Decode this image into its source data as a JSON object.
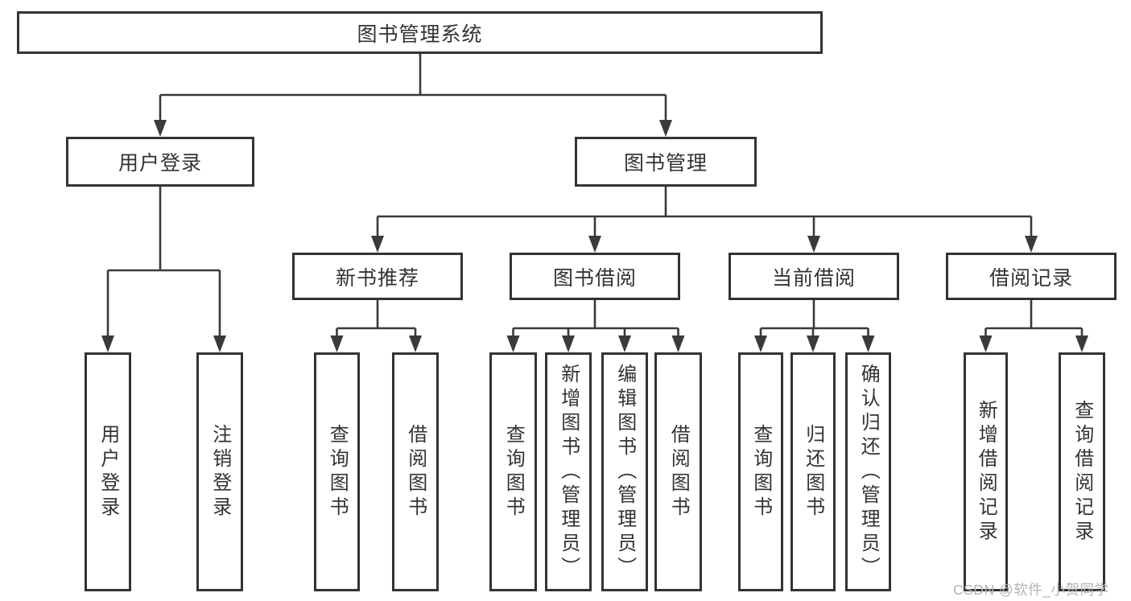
{
  "diagram": {
    "title": "图书管理系统",
    "type": "hierarchy-tree"
  },
  "tree": {
    "label": "图书管理系统",
    "children": [
      {
        "label": "用户登录",
        "children": [
          {
            "label": "用户登录"
          },
          {
            "label": "注销登录"
          }
        ]
      },
      {
        "label": "图书管理",
        "children": [
          {
            "label": "新书推荐",
            "children": [
              {
                "label": "查询图书"
              },
              {
                "label": "借阅图书"
              }
            ]
          },
          {
            "label": "图书借阅",
            "children": [
              {
                "label": "查询图书"
              },
              {
                "label": "新增图书（管理员）"
              },
              {
                "label": "编辑图书（管理员）"
              },
              {
                "label": "借阅图书"
              }
            ]
          },
          {
            "label": "当前借阅",
            "children": [
              {
                "label": "查询图书"
              },
              {
                "label": "归还图书"
              },
              {
                "label": "确认归还（管理员）"
              }
            ]
          },
          {
            "label": "借阅记录",
            "children": [
              {
                "label": "新增借阅记录"
              },
              {
                "label": "查询借阅记录"
              }
            ]
          }
        ]
      }
    ]
  },
  "watermark": {
    "text": "CSDN @软件_小贺同学",
    "color": "#b3b3b3"
  },
  "colors": {
    "background": "#ffffff",
    "box_border": "#333333",
    "box_fill": "#ffffff",
    "line": "#3a3a3a",
    "text": "#333333"
  }
}
